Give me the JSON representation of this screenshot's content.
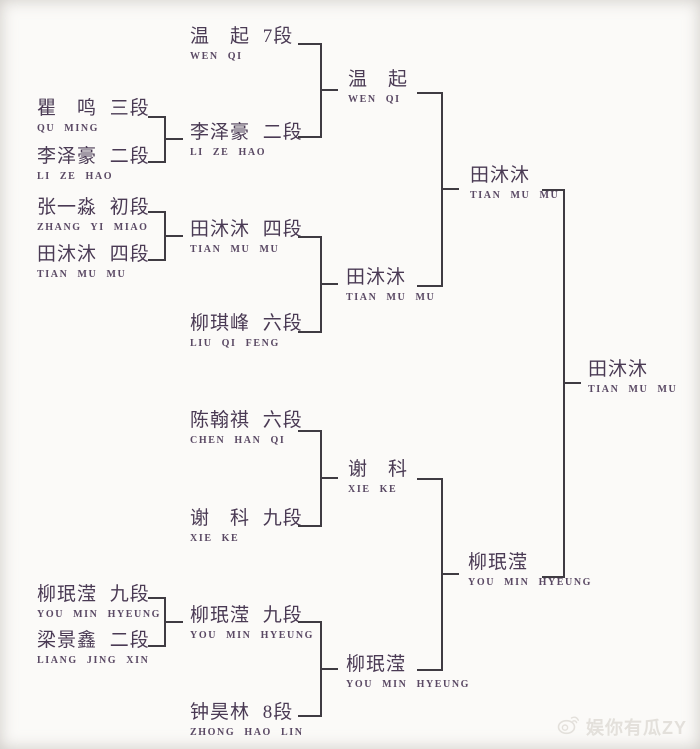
{
  "diagram": {
    "type": "tournament-bracket",
    "entries": [
      {
        "id": "r1-qu-ming",
        "name": "瞿　鸣 三段",
        "roman": "QU MING"
      },
      {
        "id": "r1-li-zehao",
        "name": "李泽豪 二段",
        "roman": "LI ZE HAO"
      },
      {
        "id": "r1-zhang-yimiao",
        "name": "张一淼 初段",
        "roman": "ZHANG YI MIAO"
      },
      {
        "id": "r1-tian-mumu",
        "name": "田沐沐 四段",
        "roman": "TIAN MU MU"
      },
      {
        "id": "r1-you-minhyeung",
        "name": "柳珉滢 九段",
        "roman": "YOU MIN HYEUNG"
      },
      {
        "id": "r1-liang-jingxin",
        "name": "梁景鑫 二段",
        "roman": "LIANG JING XIN"
      },
      {
        "id": "r2-wen-qi",
        "name": "温　起 7段",
        "roman": "WEN QI"
      },
      {
        "id": "r2-li-zehao",
        "name": "李泽豪 二段",
        "roman": "LI ZE HAO"
      },
      {
        "id": "r2-tian-mumu",
        "name": "田沐沐 四段",
        "roman": "TIAN MU MU"
      },
      {
        "id": "r2-liu-qifeng",
        "name": "柳琪峰 六段",
        "roman": "LIU QI FENG"
      },
      {
        "id": "r2-chen-hanqi",
        "name": "陈翰祺 六段",
        "roman": "CHEN HAN QI"
      },
      {
        "id": "r2-xie-ke",
        "name": "谢　科 九段",
        "roman": "XIE KE"
      },
      {
        "id": "r2-you-minhyeung",
        "name": "柳珉滢 九段",
        "roman": "YOU MIN HYEUNG"
      },
      {
        "id": "r2-zhong-haolin",
        "name": "钟昊林 8段",
        "roman": "ZHONG HAO LIN"
      },
      {
        "id": "qf-wen-qi",
        "name": "温　起",
        "roman": "WEN QI"
      },
      {
        "id": "qf-tian-mumu",
        "name": "田沐沐",
        "roman": "TIAN MU MU"
      },
      {
        "id": "qf-xie-ke",
        "name": "谢　科",
        "roman": "XIE KE"
      },
      {
        "id": "qf-you-minhyeung",
        "name": "柳珉滢",
        "roman": "YOU MIN HYEUNG"
      },
      {
        "id": "sf-tian-mumu",
        "name": "田沐沐",
        "roman": "TIAN MU MU"
      },
      {
        "id": "sf-you-minhyeung",
        "name": "柳珉滢",
        "roman": "YOU MIN HYEUNG"
      },
      {
        "id": "champion-tian-mumu",
        "name": "田沐沐",
        "roman": "TIAN MU MU"
      }
    ],
    "colors": {
      "name_text": "#4a3a54",
      "roman_text": "#5a4964",
      "line": "#3f3b42",
      "paper": "#fbfaf8",
      "watermark": "#e3e0db"
    }
  },
  "watermark": {
    "text": "娱你有瓜ZY",
    "icon": "weibo-logo"
  }
}
